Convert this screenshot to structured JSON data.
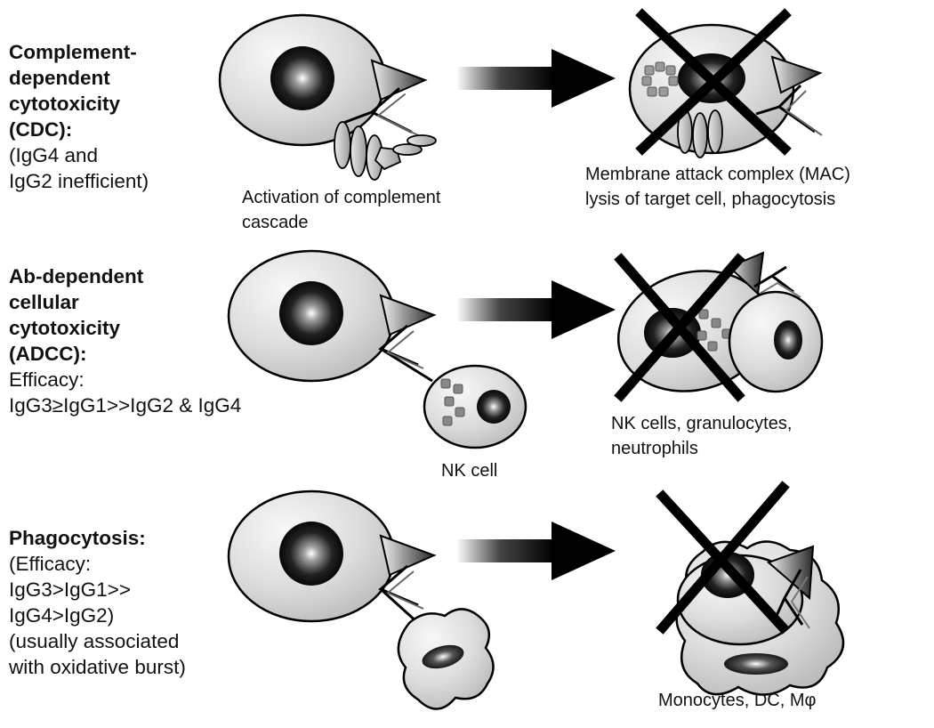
{
  "rows": [
    {
      "title_lines": [
        "Complement-",
        "dependent",
        "cytotoxicity",
        "(CDC):"
      ],
      "note_lines": [
        "(IgG4 and",
        "IgG2 inefficient)"
      ],
      "mechanism_caption": [
        "Activation of complement",
        "cascade"
      ],
      "result_caption": [
        "Membrane attack complex (MAC)",
        "lysis of target cell, phagocytosis"
      ]
    },
    {
      "title_lines": [
        "Ab-dependent",
        "cellular",
        "cytotoxicity",
        "(ADCC):"
      ],
      "note_lines": [
        "Efficacy:",
        "IgG3≥IgG1>>IgG2 & IgG4"
      ],
      "mechanism_caption": [
        "NK cell"
      ],
      "result_caption": [
        "NK cells, granulocytes,",
        "neutrophils"
      ]
    },
    {
      "title_lines": [
        "Phagocytosis:"
      ],
      "note_lines": [
        "(Efficacy:",
        "IgG3>IgG1>>",
        "IgG4>IgG2)",
        "(usually associated",
        "with oxidative burst)"
      ],
      "mechanism_caption": [],
      "result_caption": [
        "Monocytes, DC, Mφ"
      ]
    }
  ]
}
